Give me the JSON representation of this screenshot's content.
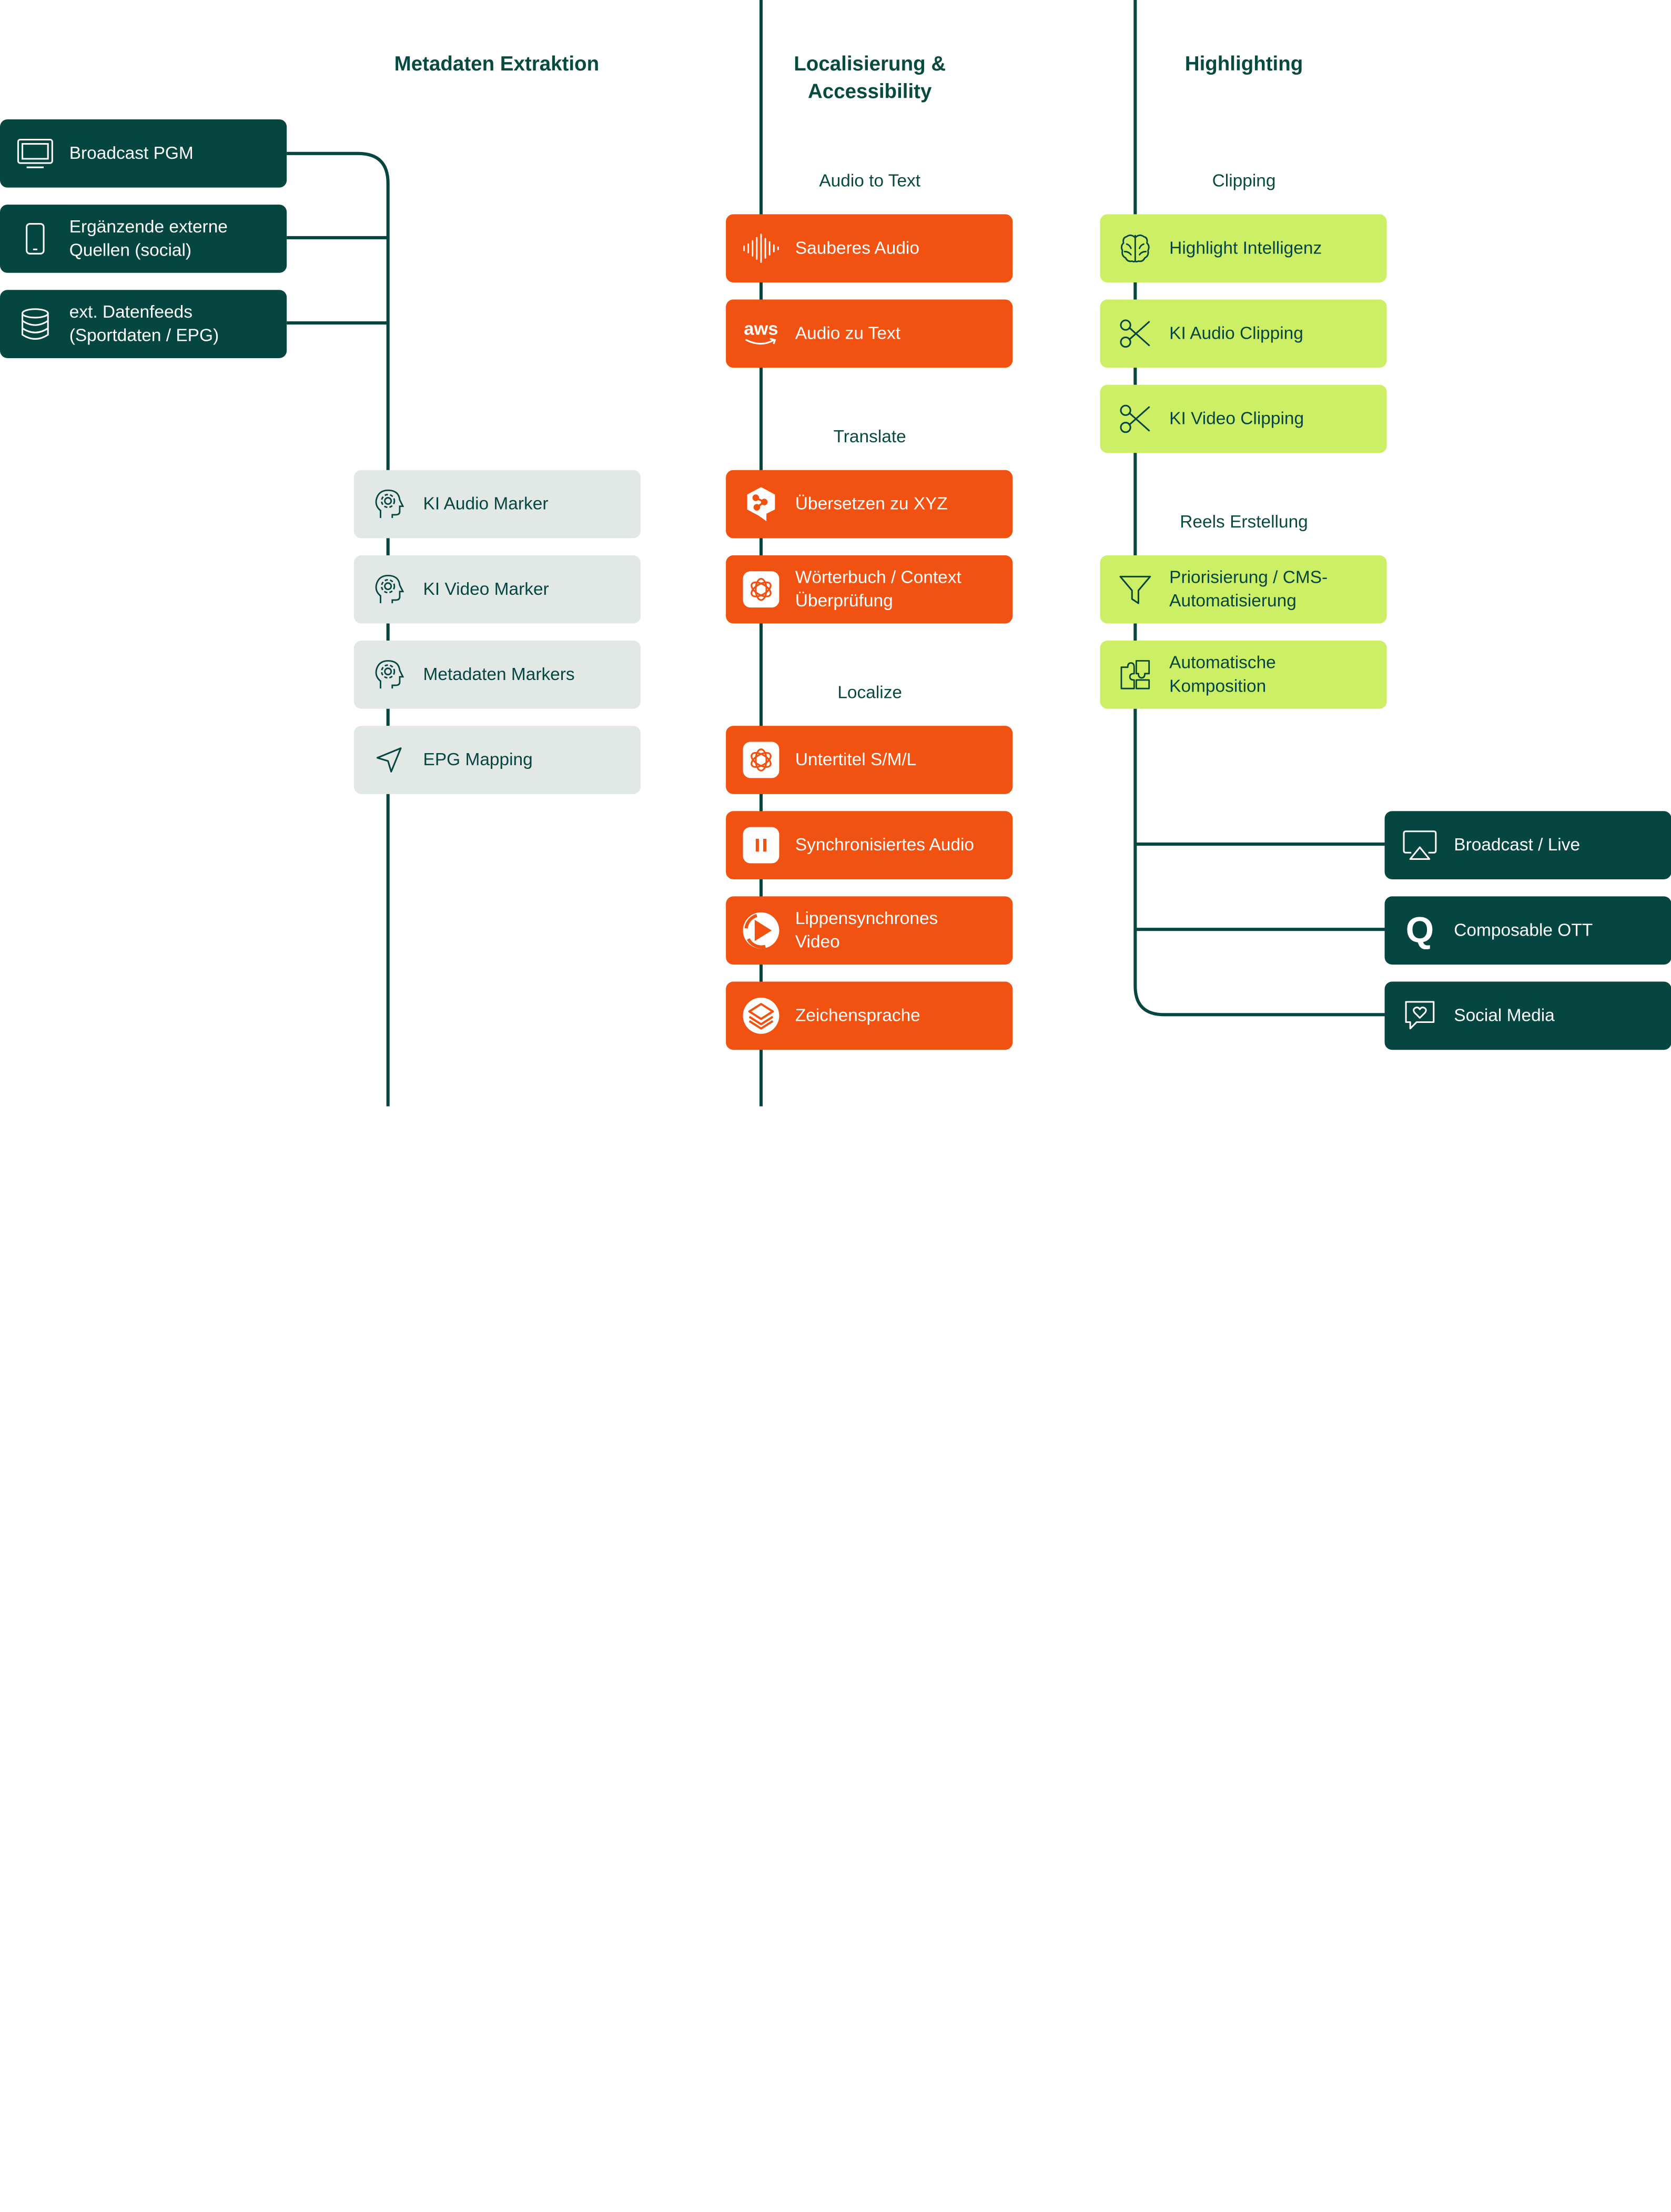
{
  "columns": {
    "metadata": {
      "title": "Metadaten Extraktion"
    },
    "localization": {
      "title_line1": "Localisierung &",
      "title_line2": "Accessibility"
    },
    "highlighting": {
      "title": "Highlighting"
    }
  },
  "sources": [
    {
      "icon": "monitor-icon",
      "label": "Broadcast PGM"
    },
    {
      "icon": "smartphone-icon",
      "label_line1": "Ergänzende externe",
      "label_line2": "Quellen (social)"
    },
    {
      "icon": "database-icon",
      "label_line1": "ext. Datenfeeds",
      "label_line2": "(Sportdaten / EPG)"
    }
  ],
  "metadata_items": [
    {
      "icon": "ai-head-icon",
      "label": "KI Audio Marker"
    },
    {
      "icon": "ai-head-icon",
      "label": "KI Video Marker"
    },
    {
      "icon": "ai-head-icon",
      "label": "Metadaten Markers"
    },
    {
      "icon": "navigation-arrow-icon",
      "label": "EPG Mapping"
    }
  ],
  "localization_groups": [
    {
      "label": "Audio to Text",
      "items": [
        {
          "icon": "waveform-icon",
          "label": "Sauberes Audio"
        },
        {
          "icon": "aws-logo-icon",
          "icon_text": "aws",
          "label": "Audio zu Text"
        }
      ]
    },
    {
      "label": "Translate",
      "items": [
        {
          "icon": "deepl-logo-icon",
          "label": "Übersetzen zu XYZ"
        },
        {
          "icon": "openai-logo-icon",
          "label_line1": "Wörterbuch / Context",
          "label_line2": "Überprüfung"
        }
      ]
    },
    {
      "label": "Localize",
      "items": [
        {
          "icon": "openai-logo-icon",
          "label": "Untertitel S/M/L"
        },
        {
          "icon": "pause-logo-icon",
          "label": "Synchronisiertes Audio"
        },
        {
          "icon": "play-circle-logo-icon",
          "label_line1": "Lippensynchrones",
          "label_line2": "Video"
        },
        {
          "icon": "layers-logo-icon",
          "label": "Zeichensprache"
        }
      ]
    }
  ],
  "highlighting_groups": [
    {
      "label": "Clipping",
      "items": [
        {
          "icon": "brain-icon",
          "label": "Highlight Intelligenz"
        },
        {
          "icon": "scissors-icon",
          "label": "KI Audio Clipping"
        },
        {
          "icon": "scissors-icon",
          "label": "KI Video Clipping"
        }
      ]
    },
    {
      "label": "Reels Erstellung",
      "items": [
        {
          "icon": "funnel-icon",
          "label_line1": "Priorisierung / CMS-",
          "label_line2": "Automatisierung"
        },
        {
          "icon": "puzzle-icon",
          "label_line1": "Automatische",
          "label_line2": "Komposition"
        }
      ]
    }
  ],
  "outputs": [
    {
      "icon": "airplay-icon",
      "label": "Broadcast / Live"
    },
    {
      "icon": "q-logo-icon",
      "icon_text": "Q",
      "label": "Composable OTT"
    },
    {
      "icon": "chat-heart-icon",
      "label": "Social Media"
    }
  ],
  "colors": {
    "dark_green": "#064640",
    "light_gray": "#e2e8e5",
    "orange": "#f15111",
    "lime": "#cdef66"
  }
}
